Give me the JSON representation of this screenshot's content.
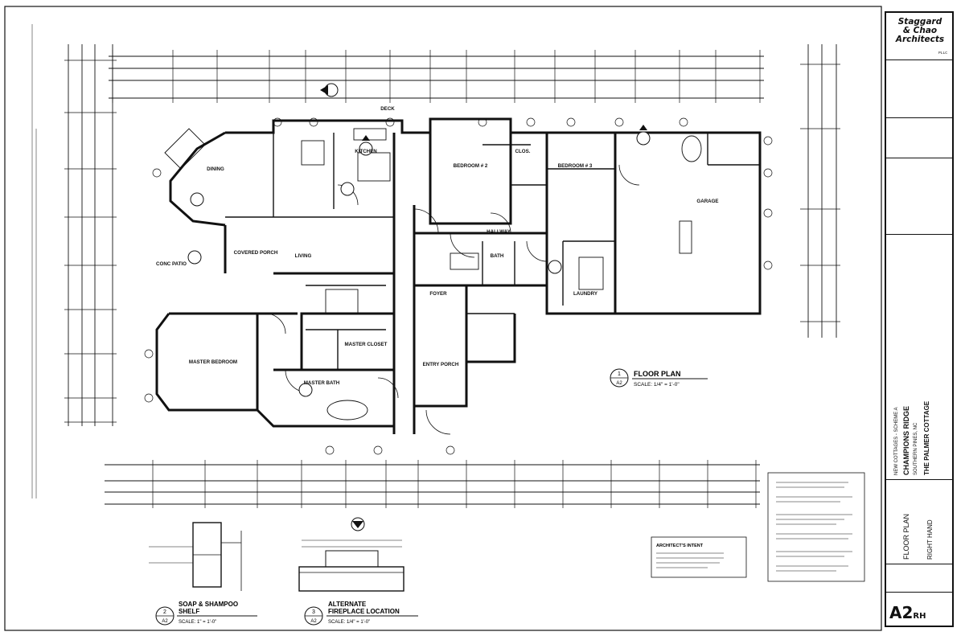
{
  "title_block": {
    "firm_line1": "Staggard",
    "firm_line2": "& Chao",
    "firm_line3": "Architects",
    "firm_suffix": "PLLC",
    "phase_text": "NEW COTTAGES - SCHEME A",
    "project_name": "CHAMPIONS RIDGE",
    "project_location": "SOUTHERN PINES, NC",
    "house_name": "THE PALMER COTTAGE",
    "sheet_title": "FLOOR PLAN",
    "sheet_subtitle": "RIGHT HAND",
    "sheet_number": "A2",
    "sheet_suffix": "RH"
  },
  "plan": {
    "rooms": {
      "kitchen": "KITCHEN",
      "dining": "DINING",
      "bedroom2": "BEDROOM # 2",
      "bedroom3": "BEDROOM # 3",
      "garage": "GARAGE",
      "living": "LIVING",
      "hallway": "HALLWAY",
      "master_bedroom": "MASTER BEDROOM",
      "master_closet": "MASTER CLOSET",
      "master_bath": "MASTER BATH",
      "foyer": "FOYER",
      "entry_porch": "ENTRY PORCH",
      "bath": "BATH",
      "covered_porch": "COVERED PORCH",
      "conc_patio": "CONC PATIO",
      "deck": "DECK",
      "clos": "CLOS.",
      "laundry": "LAUNDRY"
    },
    "main_title": "FLOOR PLAN",
    "main_scale": "SCALE: 1/4\" = 1'-0\"",
    "main_num": "1",
    "main_sheet": "A2"
  },
  "details": {
    "soap_title_1": "SOAP & SHAMPOO",
    "soap_title_2": "SHELF",
    "soap_scale": "SCALE: 1\" = 1'-0\"",
    "soap_num": "2",
    "soap_sheet": "A2",
    "fp_title_1": "ALTERNATE",
    "fp_title_2": "FIREPLACE LOCATION",
    "fp_scale": "SCALE: 1/4\" = 1'-0\"",
    "fp_num": "3",
    "fp_sheet": "A2",
    "intent_title": "ARCHITECT'S INTENT"
  }
}
